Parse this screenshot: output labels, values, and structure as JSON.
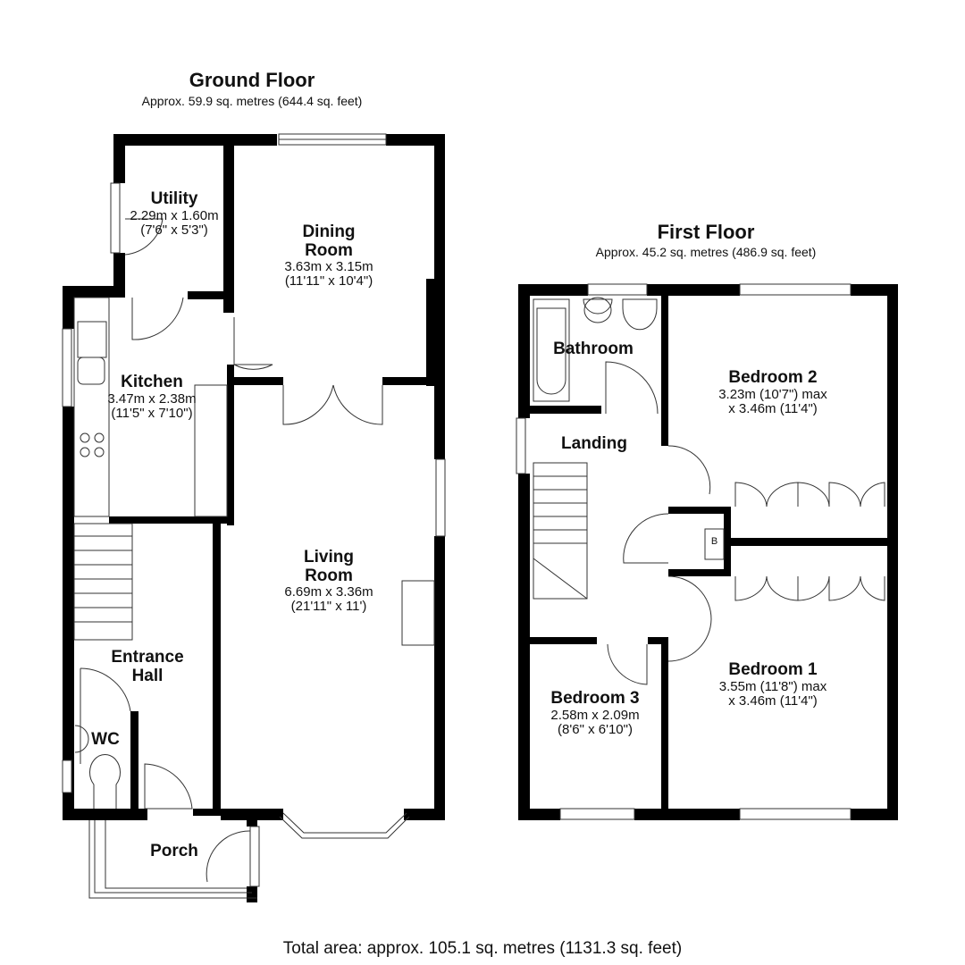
{
  "ground_floor": {
    "title": "Ground Floor",
    "area": "Approx. 59.9 sq. metres (644.4 sq. feet)",
    "rooms": {
      "utility": {
        "name": "Utility",
        "dim_metric": "2.29m x 1.60m",
        "dim_imperial": "(7'6\" x 5'3\")"
      },
      "dining": {
        "name_line1": "Dining",
        "name_line2": "Room",
        "dim_metric": "3.63m x 3.15m",
        "dim_imperial": "(11'11\" x 10'4\")"
      },
      "kitchen": {
        "name": "Kitchen",
        "dim_metric": "3.47m x 2.38m",
        "dim_imperial": "(11'5\" x 7'10\")"
      },
      "living": {
        "name_line1": "Living",
        "name_line2": "Room",
        "dim_metric": "6.69m x 3.36m",
        "dim_imperial": "(21'11\" x 11')"
      },
      "entrance": {
        "name_line1": "Entrance",
        "name_line2": "Hall"
      },
      "wc": {
        "name": "WC"
      },
      "porch": {
        "name": "Porch"
      }
    }
  },
  "first_floor": {
    "title": "First Floor",
    "area": "Approx. 45.2 sq. metres (486.9 sq. feet)",
    "rooms": {
      "bathroom": {
        "name": "Bathroom"
      },
      "landing": {
        "name": "Landing"
      },
      "bedroom2": {
        "name": "Bedroom 2",
        "dim_line1": "3.23m (10'7\") max",
        "dim_line2": "x 3.46m (11'4\")"
      },
      "bedroom1": {
        "name": "Bedroom 1",
        "dim_line1": "3.55m (11'8\") max",
        "dim_line2": "x 3.46m (11'4\")"
      },
      "bedroom3": {
        "name": "Bedroom 3",
        "dim_metric": "2.58m x 2.09m",
        "dim_imperial": "(8'6\" x 6'10\")"
      },
      "boiler": {
        "name": "B"
      }
    }
  },
  "total_area": "Total area: approx. 105.1 sq. metres (1131.3 sq. feet)",
  "colors": {
    "wall": "#000000",
    "line": "#333333",
    "background": "#ffffff"
  }
}
